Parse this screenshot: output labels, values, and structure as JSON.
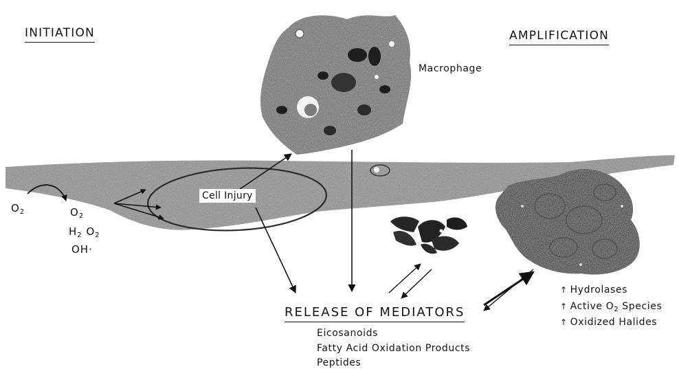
{
  "headings": {
    "initiation": "INITIATION",
    "amplification": "AMPLIFICATION"
  },
  "labels": {
    "macrophage": "Macrophage",
    "cell_injury": "Cell Injury",
    "release_of_mediators": "RELEASE OF MEDIATORS"
  },
  "oxygen": {
    "o2_left": "O",
    "o2_right": "O",
    "h2o2_h": "H",
    "h2o2_o": "O",
    "oh": "OH·",
    "subscript_2": "2"
  },
  "mediators_list": [
    "Eicosanoids",
    "Fatty Acid Oxidation Products",
    "Peptides"
  ],
  "increases": [
    {
      "text": "Hydrolases"
    },
    {
      "text": "Active O",
      "sub": "2",
      "tail": " Species"
    },
    {
      "text": "Oxidized Halides"
    }
  ],
  "colors": {
    "ink": "#111111",
    "cell_gray": "#8a8a8a",
    "dark_cell": "#262626"
  }
}
